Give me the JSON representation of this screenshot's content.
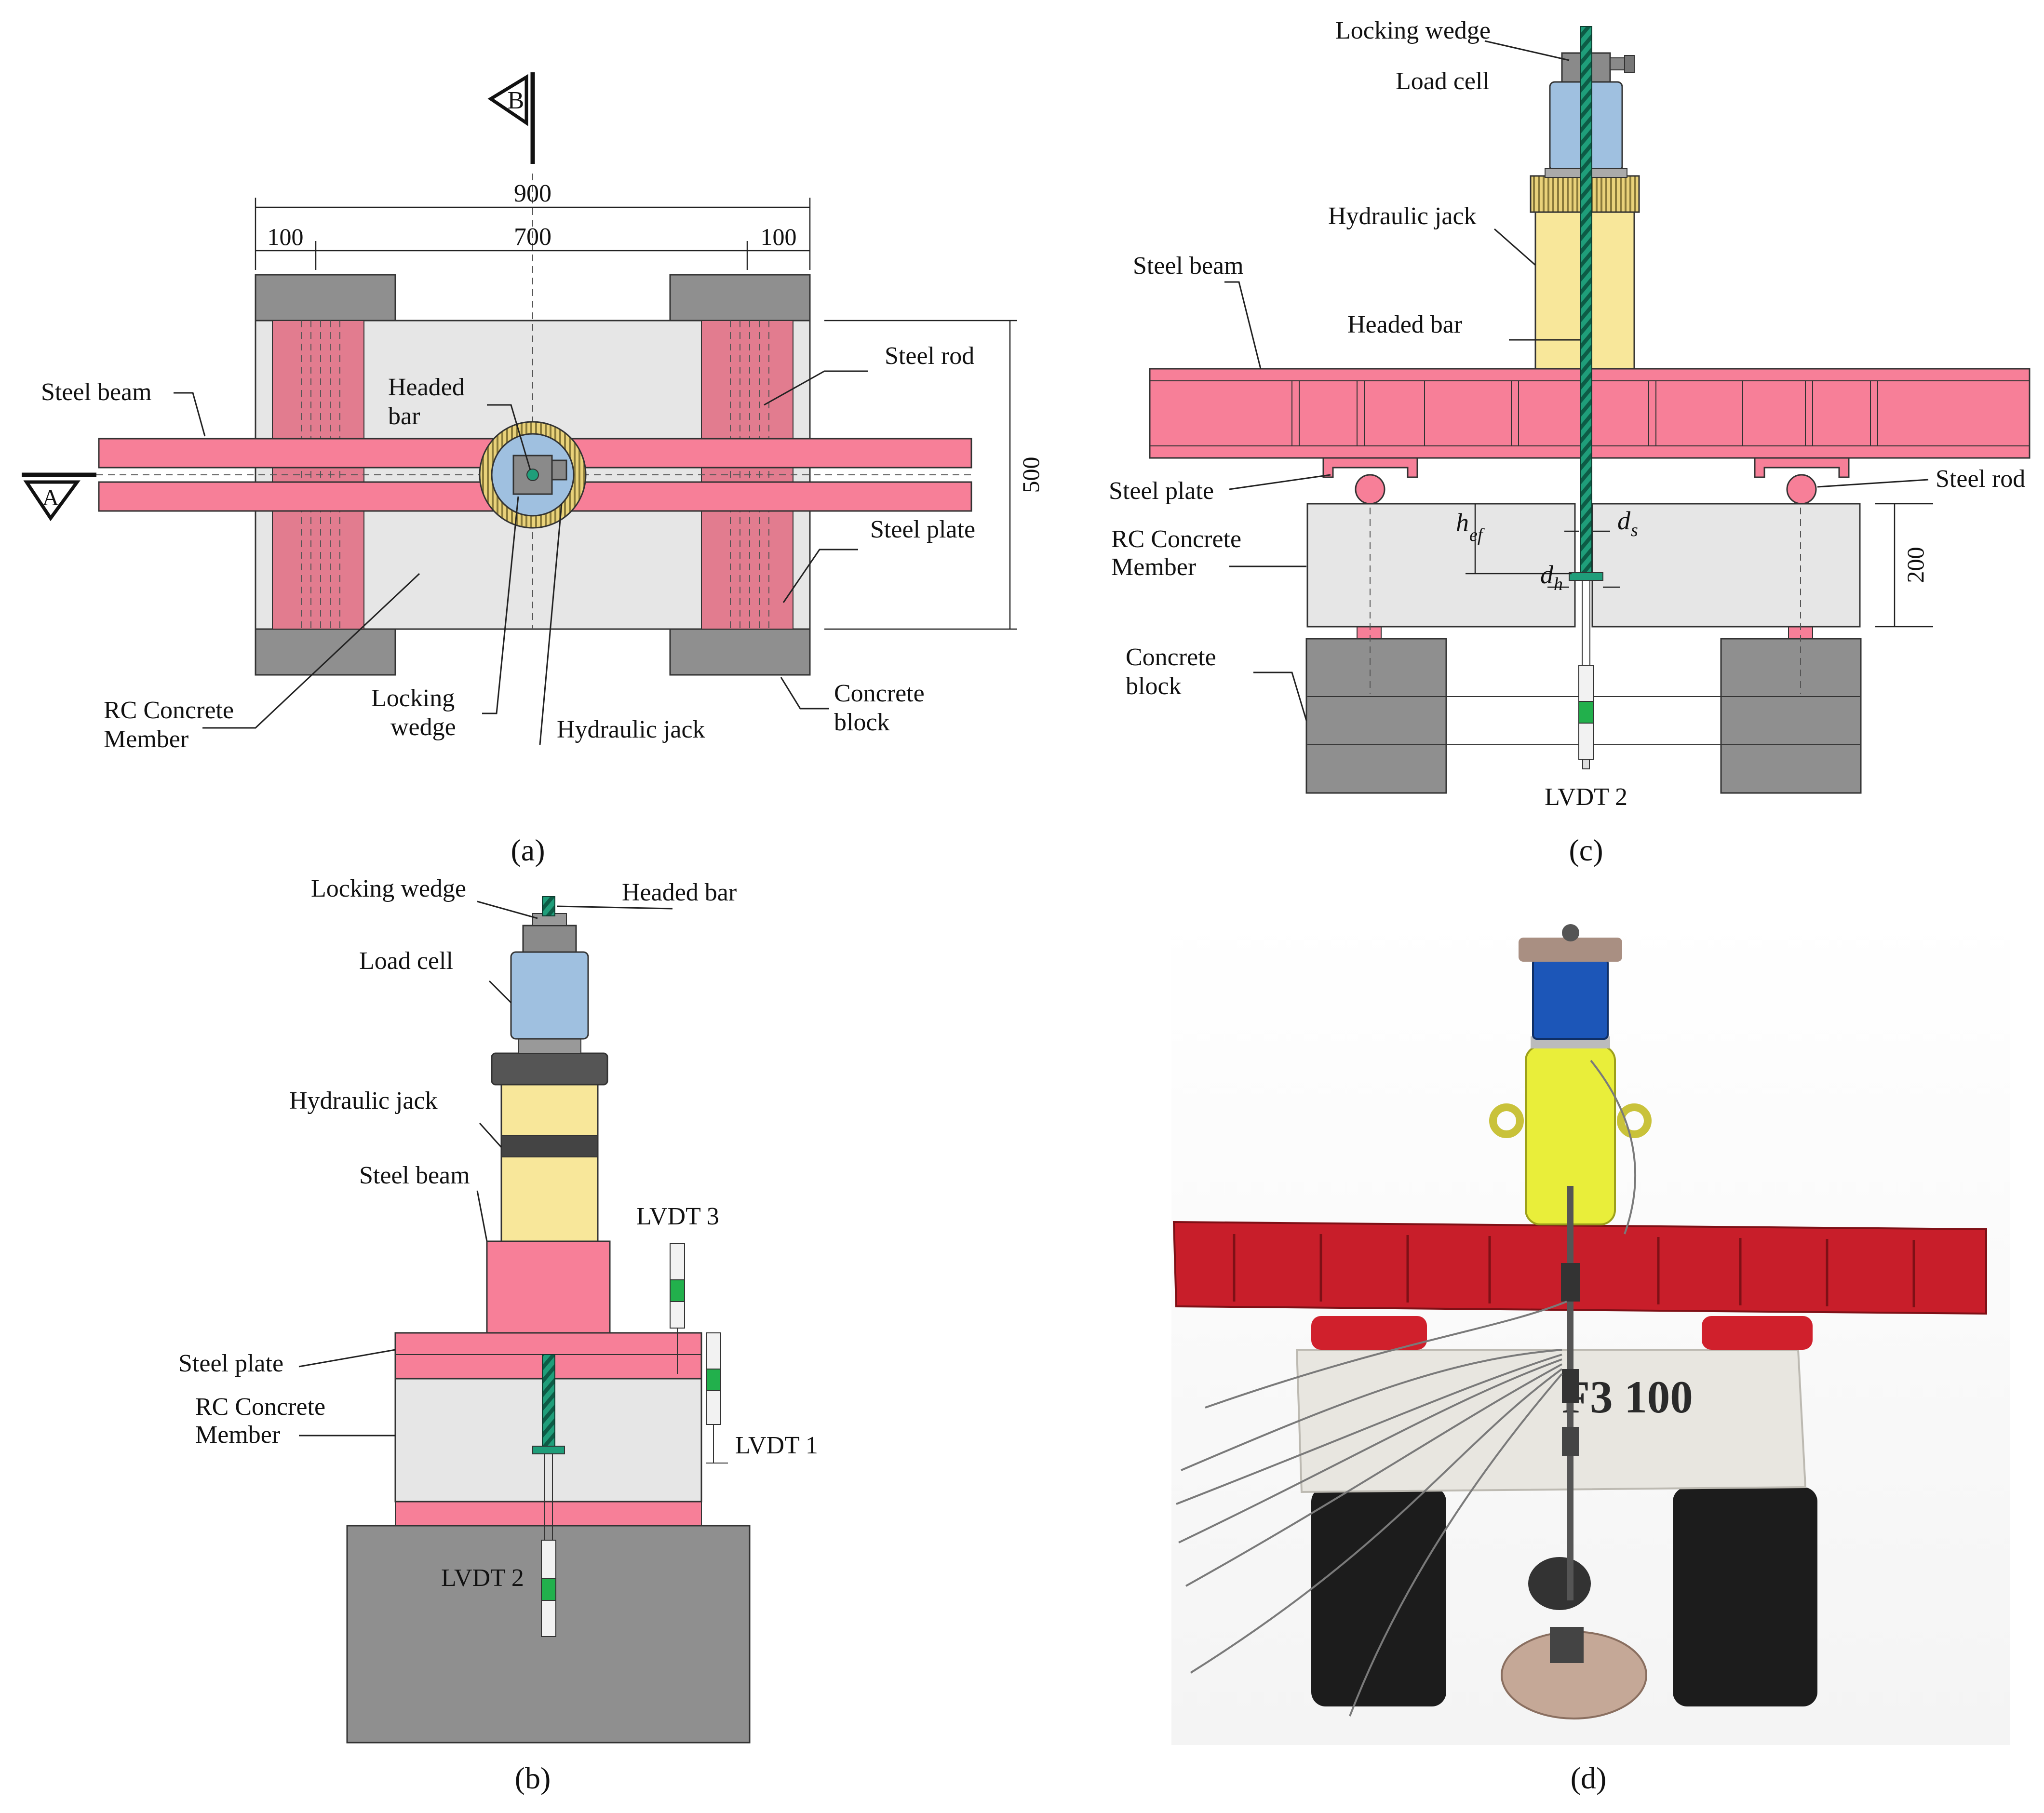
{
  "panels": {
    "a": {
      "caption": "(a)",
      "section_marks": {
        "a": "A",
        "b": "B"
      },
      "dims": {
        "overall": "900",
        "left": "100",
        "middle": "700",
        "right": "100",
        "height": "500"
      },
      "labels": {
        "steel_beam": "Steel beam",
        "headed_bar_1": "Headed",
        "headed_bar_2": "bar",
        "steel_rod": "Steel rod",
        "steel_plate": "Steel plate",
        "rc_member_1": "RC Concrete",
        "rc_member_2": "Member",
        "locking_wedge_1": "Locking",
        "locking_wedge_2": "wedge",
        "hydraulic_jack": "Hydraulic jack",
        "concrete_block_1": "Concrete",
        "concrete_block_2": "block"
      }
    },
    "b": {
      "caption": "(b)",
      "labels": {
        "locking_wedge": "Locking wedge",
        "headed_bar": "Headed bar",
        "load_cell": "Load cell",
        "hydraulic_jack": "Hydraulic jack",
        "steel_beam": "Steel beam",
        "lvdt3": "LVDT 3",
        "steel_plate": "Steel plate",
        "rc_member_1": "RC Concrete",
        "rc_member_2": "Member",
        "lvdt1": "LVDT 1",
        "lvdt2": "LVDT 2"
      }
    },
    "c": {
      "caption": "(c)",
      "labels": {
        "locking_wedge": "Locking wedge",
        "load_cell": "Load cell",
        "hydraulic_jack": "Hydraulic jack",
        "steel_beam": "Steel beam",
        "headed_bar": "Headed bar",
        "steel_plate": "Steel plate",
        "steel_rod": "Steel rod",
        "rc_member_1": "RC Concrete",
        "rc_member_2": "Member",
        "hef_main": "h",
        "hef_sub": "ef",
        "ds_main": "d",
        "ds_sub": "s",
        "dh_main": "d",
        "dh_sub": "h",
        "height_dim": "200",
        "concrete_block_1": "Concrete",
        "concrete_block_2": "block",
        "lvdt2": "LVDT 2"
      }
    },
    "d": {
      "caption": "(d)",
      "specimen_marking": "F3 100"
    }
  },
  "colors": {
    "steel_pink": "#f77f98",
    "concrete_grey": "#e6e6e6",
    "block_grey": "#8f8f8f",
    "jack_yellow": "#f8e79a",
    "load_cell_blue": "#9fc0e0",
    "bar_green": "#1f9e7a",
    "photo_red": "#c81e2a",
    "photo_yellow": "#e9ee3a",
    "photo_blue": "#1c56b8"
  }
}
